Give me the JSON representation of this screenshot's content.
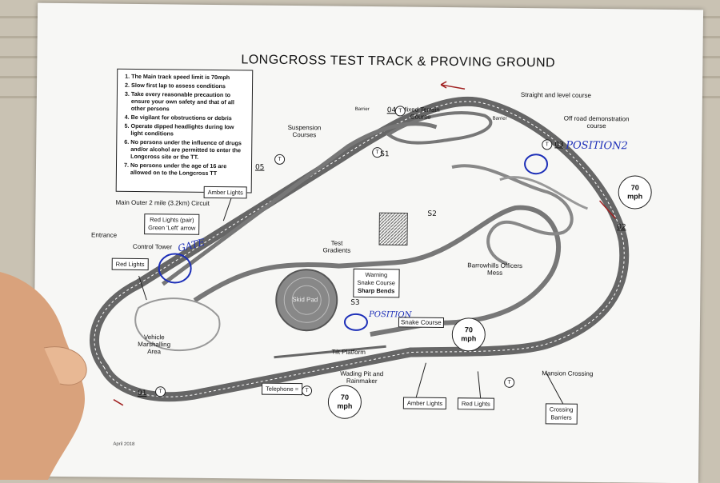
{
  "title": "LONGCROSS TEST TRACK & PROVING GROUND",
  "rules": [
    "The Main track speed limit is 70mph",
    "Slow first lap to assess conditions",
    "Take every reasonable precaution to ensure your own safety and that of all other persons",
    "Be vigilant for obstructions or debris",
    "Operate dipped headlights during low light conditions",
    "No persons under the influence of drugs and/or alcohol are permitted to enter the Longcross site or the TT.",
    "No persons under the age of 16 are allowed on to the Longcross TT"
  ],
  "labels": {
    "suspension": "Suspension Courses",
    "mixed": "Mixed Terrain Course",
    "straight": "Straight and level course",
    "offroad": "Off road demonstration course",
    "amber_top": "Amber Lights",
    "main_outer": "Main Outer 2 mile (3.2km) Circuit",
    "entrance": "Entrance",
    "control": "Control Tower",
    "test_gradients": "Test Gradients",
    "skid": "Skid Pad",
    "barrowhills": "Barrowhills Officers Mess",
    "vehicle": "Vehicle Marshalling Area",
    "tilt": "Tilt Platform",
    "wading": "Wading Pit and Rainmaker",
    "mansion": "Mansion Crossing",
    "barrier": "Barrier",
    "snake": "Snake Course"
  },
  "boxes": {
    "red_pair_1": "Red Lights (pair)",
    "red_pair_2": "Green 'Left' arrow",
    "red_lights": "Red Lights",
    "warning_1": "Warning",
    "warning_2": "Snake Course",
    "warning_3": "Sharp Bends",
    "telephone": "Telephone =",
    "amber_bottom": "Amber Lights",
    "red_bottom": "Red Lights",
    "crossing_1": "Crossing",
    "crossing_2": "Barriers"
  },
  "speed": {
    "value": "70",
    "unit": "mph"
  },
  "t_marker": "T",
  "positions": {
    "p01": "01",
    "p02": "02",
    "p03": "03",
    "p04": "04",
    "p05": "05",
    "s1": "S1",
    "s2": "S2",
    "s3": "S3"
  },
  "handwritten": {
    "position2": "POSITION2",
    "gate": "GATE",
    "position": "POSITION"
  },
  "date": "April 2018"
}
